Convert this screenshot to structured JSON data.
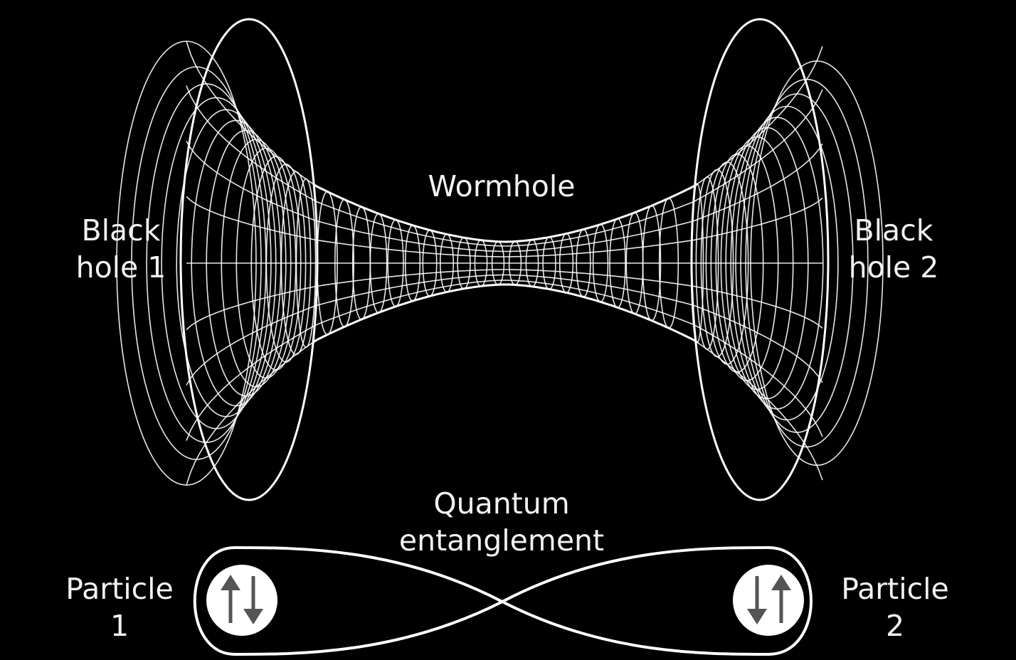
{
  "labels": {
    "wormhole": "Wormhole",
    "black_hole_1": [
      "Black",
      "hole 1"
    ],
    "black_hole_2": [
      "Black",
      "hole 2"
    ],
    "quantum_entanglement": [
      "Quantum",
      "entanglement"
    ],
    "particle_1": [
      "Particle",
      "1"
    ],
    "particle_2": [
      "Particle",
      "2"
    ]
  },
  "particles": {
    "particle_1_spins": [
      "up",
      "down"
    ],
    "particle_2_spins": [
      "down",
      "up"
    ]
  },
  "colors": {
    "background": "#000000",
    "line": "#ffffff",
    "text": "#f2f2f2",
    "spin_arrow": "#555555"
  }
}
